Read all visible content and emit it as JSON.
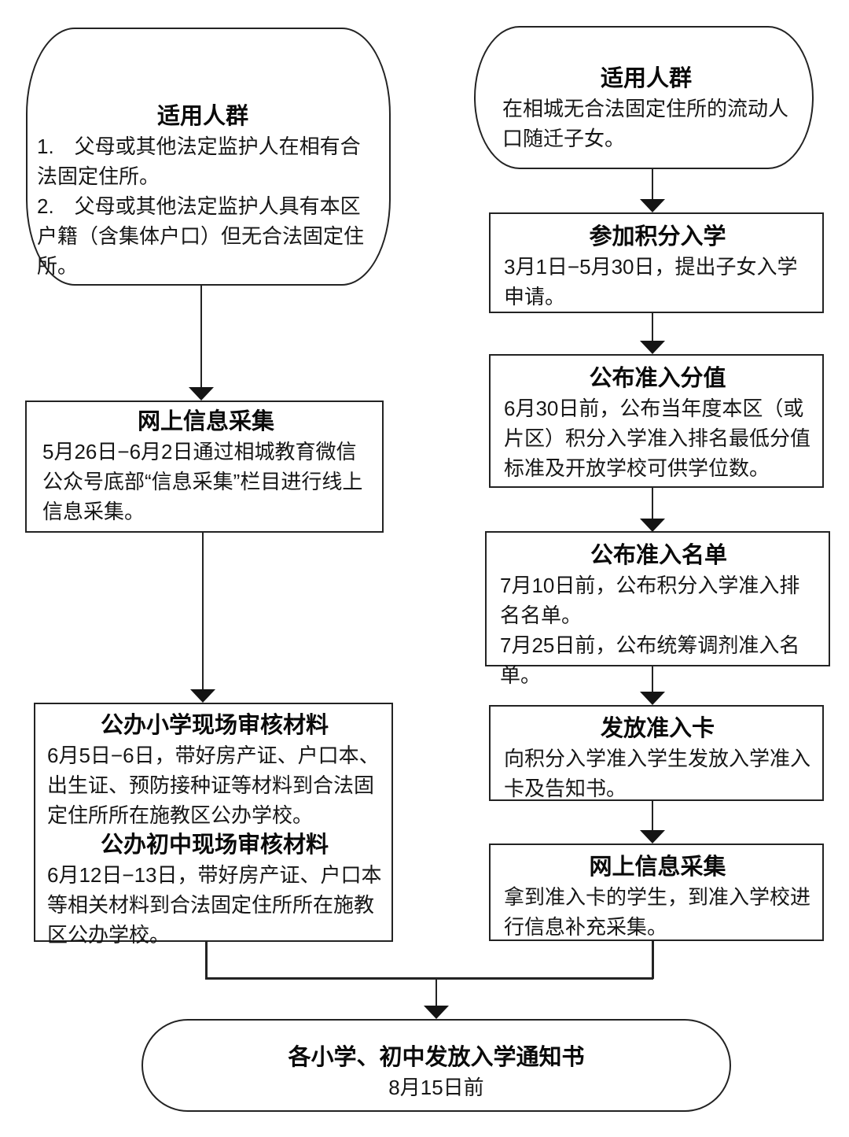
{
  "diagram": {
    "background": "#ffffff",
    "line_color": "#232323",
    "text_color": "#111111"
  },
  "left_flow": {
    "audience": {
      "title": "适用人群",
      "items": [
        "1.　父母或其他法定监护人在相有合法固定住所。",
        "2.　父母或其他法定监护人具有本区户籍（含集体户口）但无合法固定住所。"
      ]
    },
    "online_collection": {
      "title": "网上信息采集",
      "body": "5月26日−6月2日通过相城教育微信公众号底部“信息采集”栏目进行线上信息采集。"
    },
    "onsite_review": {
      "primary_title": "公办小学现场审核材料",
      "primary_body": "6月5日−6日，带好房产证、户口本、出生证、预防接种证等材料到合法固定住所所在施教区公办学校。",
      "middle_title": "公办初中现场审核材料",
      "middle_body": "6月12日−13日，带好房产证、户口本等相关材料到合法固定住所所在施教区公办学校。"
    }
  },
  "right_flow": {
    "audience": {
      "title": "适用人群",
      "body": "在相城无合法固定住所的流动人口随迁子女。"
    },
    "points_enrollment": {
      "title": "参加积分入学",
      "body": "3月1日−5月30日，提出子女入学申请。"
    },
    "publish_score": {
      "title": "公布准入分值",
      "body": "6月30日前，公布当年度本区（或片区）积分入学准入排名最低分值标准及开放学校可供学位数。"
    },
    "publish_list": {
      "title": "公布准入名单",
      "paragraphs": [
        "7月10日前，公布积分入学准入排名名单。",
        "7月25日前，公布统筹调剂准入名单。"
      ]
    },
    "issue_card": {
      "title": "发放准入卡",
      "body": "向积分入学准入学生发放入学准入卡及告知书。"
    },
    "online_collection": {
      "title": "网上信息采集",
      "body": "拿到准入卡的学生，到准入学校进行信息补充采集。"
    }
  },
  "final": {
    "title": "各小学、初中发放入学通知书",
    "subtitle": "8月15日前"
  }
}
